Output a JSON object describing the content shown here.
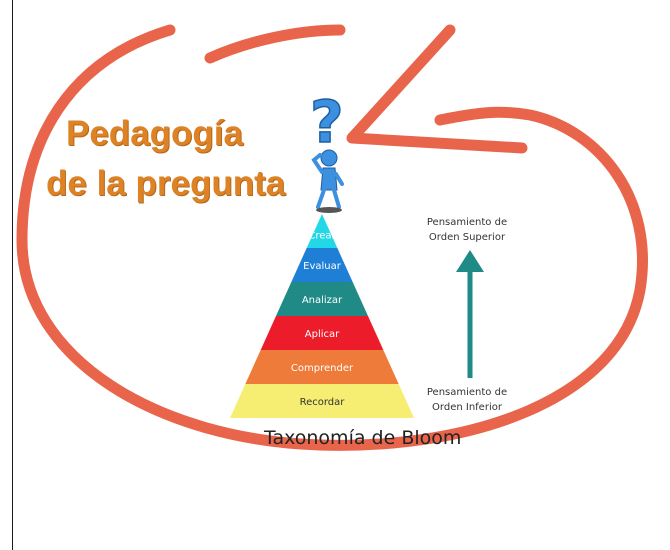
{
  "title": {
    "line1": "Pedagogía",
    "line2": "de la pregunta"
  },
  "pyramid": {
    "levels": [
      {
        "label": "Crear",
        "color": "#22d8e6"
      },
      {
        "label": "Evaluar",
        "color": "#1f7fd6"
      },
      {
        "label": "Analizar",
        "color": "#1f8a86"
      },
      {
        "label": "Aplicar",
        "color": "#ec1c2a"
      },
      {
        "label": "Comprender",
        "color": "#ee7b3a"
      },
      {
        "label": "Recordar",
        "color": "#f5ee72"
      }
    ],
    "caption": "Taxonomía de Bloom"
  },
  "arrow_labels": {
    "top": "Pensamiento de\nOrden Superior",
    "bottom": "Pensamiento de\nOrden Inferior"
  },
  "colors": {
    "loop": "#e8654c",
    "title": "#de8226",
    "arrow": "#1f8a86",
    "figure": "#3d8fe0"
  },
  "icons": {
    "figure": "thinking-person-question-mark-icon",
    "loop": "circular-arrow-icon"
  }
}
